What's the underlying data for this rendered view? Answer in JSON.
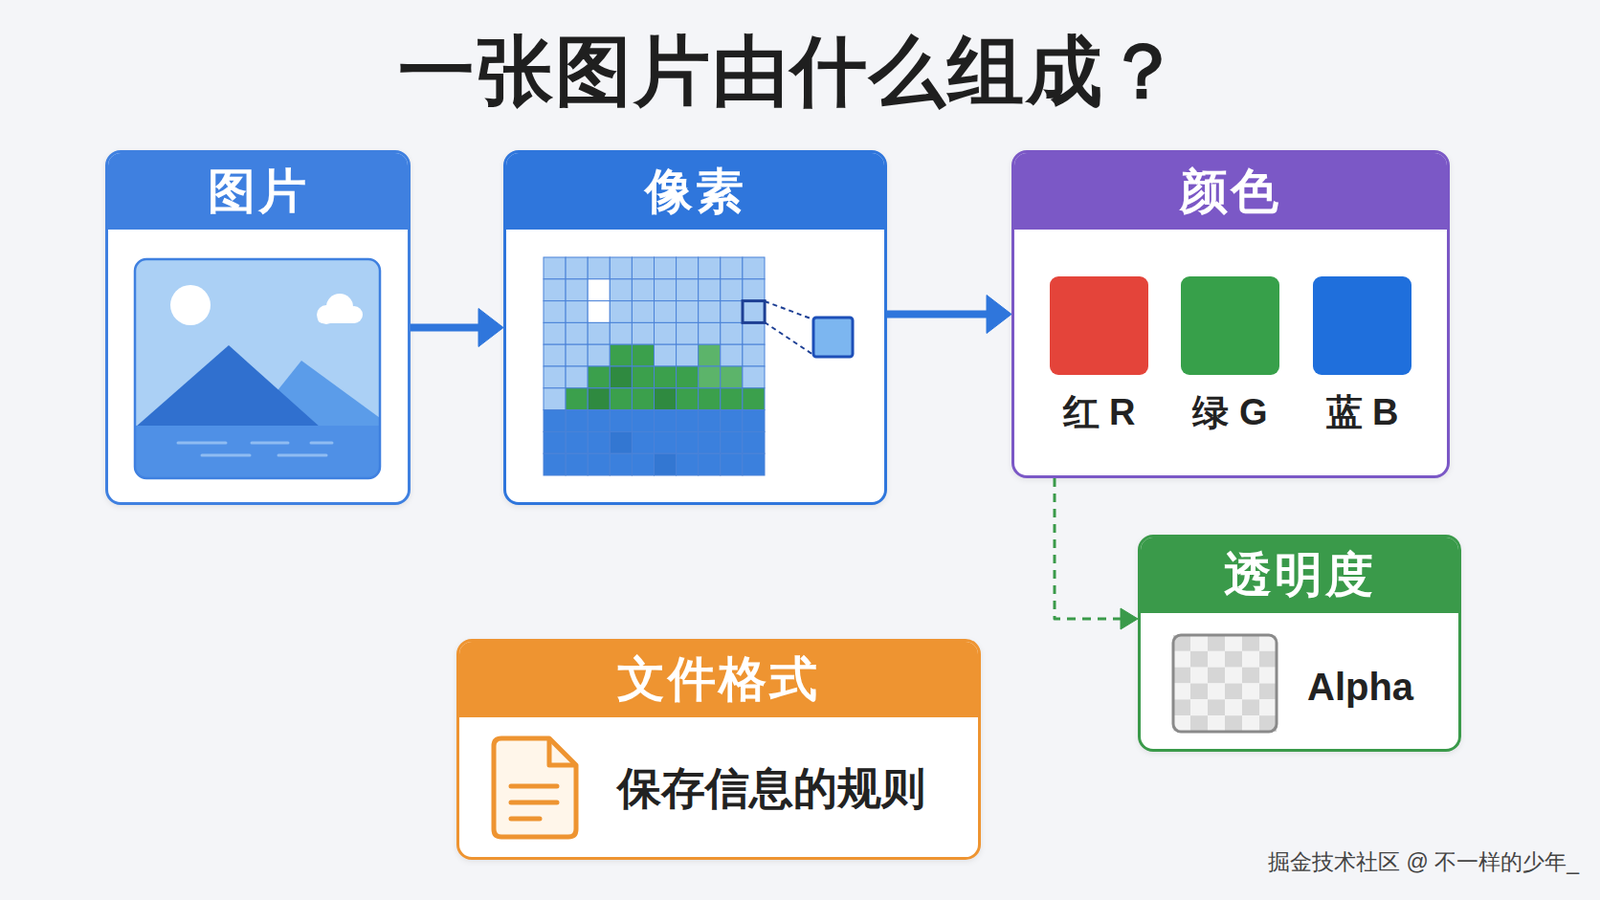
{
  "diagram": {
    "title": "一张图片由什么组成？",
    "nodes": [
      {
        "text": [
          "图片"
        ]
      },
      {
        "text": [
          "像素"
        ]
      },
      {
        "text": [
          "颜色"
        ]
      },
      {
        "text": [
          "红 R"
        ],
        "in": 2
      },
      {
        "text": [
          "绿 G"
        ],
        "in": 2
      },
      {
        "text": [
          "蓝 B"
        ],
        "in": 2
      },
      {
        "text": [
          "透明度",
          "Alpha"
        ]
      },
      {
        "text": [
          "文件格式",
          "保存信息的规则"
        ]
      }
    ],
    "edges": [
      {
        "from": 0,
        "to": 1,
        "arrow": "to"
      },
      {
        "from": 1,
        "to": 2,
        "arrow": "to"
      },
      {
        "from": 2,
        "to": 6,
        "arrow": "to"
      }
    ],
    "labels": [
      "掘金技术社区 @ 不一样的少年_"
    ]
  }
}
